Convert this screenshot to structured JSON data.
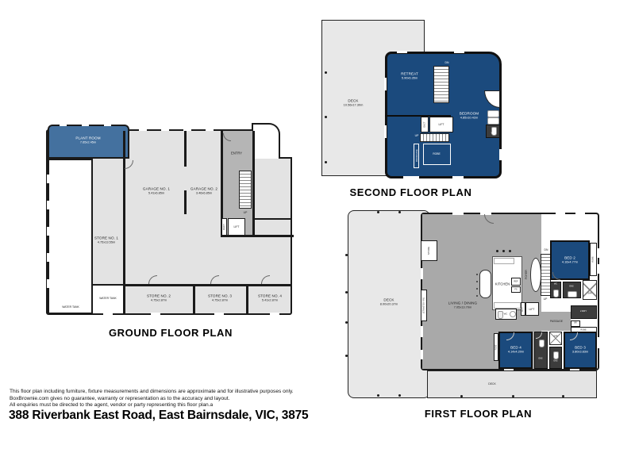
{
  "footer": {
    "disclaimer1": "This floor plan including furniture, fixture measurements and dimensions are approximate and for illustrative purposes only.",
    "disclaimer2": "BoxBrownie.com gives no guarantee, warranty or representation as to the accuracy and layout.",
    "disclaimer3": "All enquiries must be directed to the agent, vendor or party representing this floor plan.a",
    "address": "388 Riverbank East Road, East Bairnsdale, VIC, 3875"
  },
  "colors": {
    "navy": "#1b4a7d",
    "plant_room_blue": "#44719f",
    "deck_gray": "#e8e8e8",
    "floor_gray": "#e3e3e3",
    "living_gray": "#a9a9a9",
    "entry_gray": "#b5b5b5",
    "fixture_dark": "#3c3c3c",
    "wall": "#1a1a1a"
  },
  "ground": {
    "title": "GROUND FLOOR PLAN",
    "plant_room": {
      "name": "PLANT ROOM",
      "dims": "7.65x2.45m"
    },
    "water_tank_col": "WATER TANK",
    "water_tank_room": "WATER TANK",
    "garage1": {
      "name": "GARAGE NO. 1",
      "dims": "5.41x6.85m"
    },
    "garage2": {
      "name": "GARAGE NO. 2",
      "dims": "3.46x6.85m"
    },
    "store1": {
      "name": "STORE NO. 1",
      "dims": "4.75x13.55m"
    },
    "store2": {
      "name": "STORE NO. 2",
      "dims": "4.75x2.87m"
    },
    "store3": {
      "name": "STORE NO. 3",
      "dims": "4.75x2.87m"
    },
    "store4": {
      "name": "STORE NO. 4",
      "dims": "5.41x2.87m"
    },
    "entry": "ENTRY",
    "lift": "LIFT",
    "duct": "DUCT",
    "up": "UP"
  },
  "second": {
    "title": "SECOND FLOOR PLAN",
    "deck": {
      "name": "DECK",
      "dims": "10.56x17.30m"
    },
    "retreat": {
      "name": "RETREAT",
      "dims": "5.90x6.35m"
    },
    "bedroom": {
      "name": "BEDROOM",
      "dims": "4.85x10.42m"
    },
    "lift": "LIFT",
    "duct": "DUCT",
    "robe": "ROBE",
    "bookcase": "BOOKCASE",
    "wc": "WC",
    "dn": "DN",
    "up": "UP"
  },
  "first": {
    "title": "FIRST FLOOR PLAN",
    "deck": {
      "name": "DECK",
      "dims": "8.00x20.37m"
    },
    "deck_bottom": "DECK",
    "living": {
      "name": "LIVING / DINING",
      "dims": "7.05x13.70m"
    },
    "kitchen": "KITCHEN",
    "ref": "REF",
    "fs": "FS",
    "foyer": "FOYER",
    "store": "STORE",
    "jetmaster": "JETMASTER FIRE",
    "lift": "LIFT",
    "duct": "DUCT",
    "wc": "WC",
    "passage": "PASSAGE",
    "ldry": "L'DRY",
    "br": "BR",
    "robe": "ROBE",
    "ens": "ENS",
    "shr": "SHR",
    "bed2": {
      "name": "BED 2",
      "dims": "4.16x4.77m"
    },
    "bed3": {
      "name": "BED 3",
      "dims": "3.80x3.83m"
    },
    "bed4": {
      "name": "BED 4",
      "dims": "4.14x4.20m"
    },
    "dn": "DN",
    "up": "UP"
  }
}
